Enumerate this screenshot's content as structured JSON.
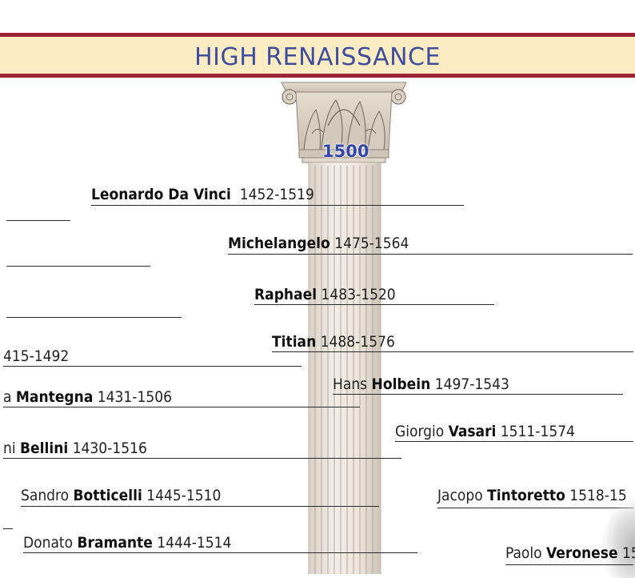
{
  "header": {
    "title": "HIGH RENAISSANCE"
  },
  "column": {
    "year": "1500"
  },
  "artists": [
    {
      "prefix": "",
      "name": "Leonardo Da Vinci",
      "dates": "1452-1519"
    },
    {
      "prefix": "",
      "name": "Michelangelo",
      "dates": "1475-1564"
    },
    {
      "prefix": "",
      "name": "Raphael",
      "dates": "1483-1520"
    },
    {
      "prefix": "",
      "name": "Titian",
      "dates": "1488-1576"
    },
    {
      "prefix": "Hans",
      "name": "Holbein",
      "dates": "1497-1543"
    },
    {
      "prefix": "Giorgio",
      "name": "Vasari",
      "dates": "1511-1574"
    },
    {
      "prefix": "Jacopo",
      "name": "Tintoretto",
      "dates": "1518-15"
    },
    {
      "prefix": "Paolo",
      "name": "Veronese",
      "dates": "15"
    },
    {
      "prefix": "",
      "name": "",
      "dates": "415-1492"
    },
    {
      "prefix": "a",
      "name": "Mantegna",
      "dates": "1431-1506"
    },
    {
      "prefix": "ni",
      "name": "Bellini",
      "dates": "1430-1516"
    },
    {
      "prefix": "Sandro",
      "name": "Botticelli",
      "dates": "1445-1510"
    },
    {
      "prefix": "Donato",
      "name": "Bramante",
      "dates": "1444-1514"
    }
  ],
  "colors": {
    "band": "#fbecc4",
    "border": "#9b2335",
    "title": "#3f4e9c",
    "year": "#3347a8"
  }
}
